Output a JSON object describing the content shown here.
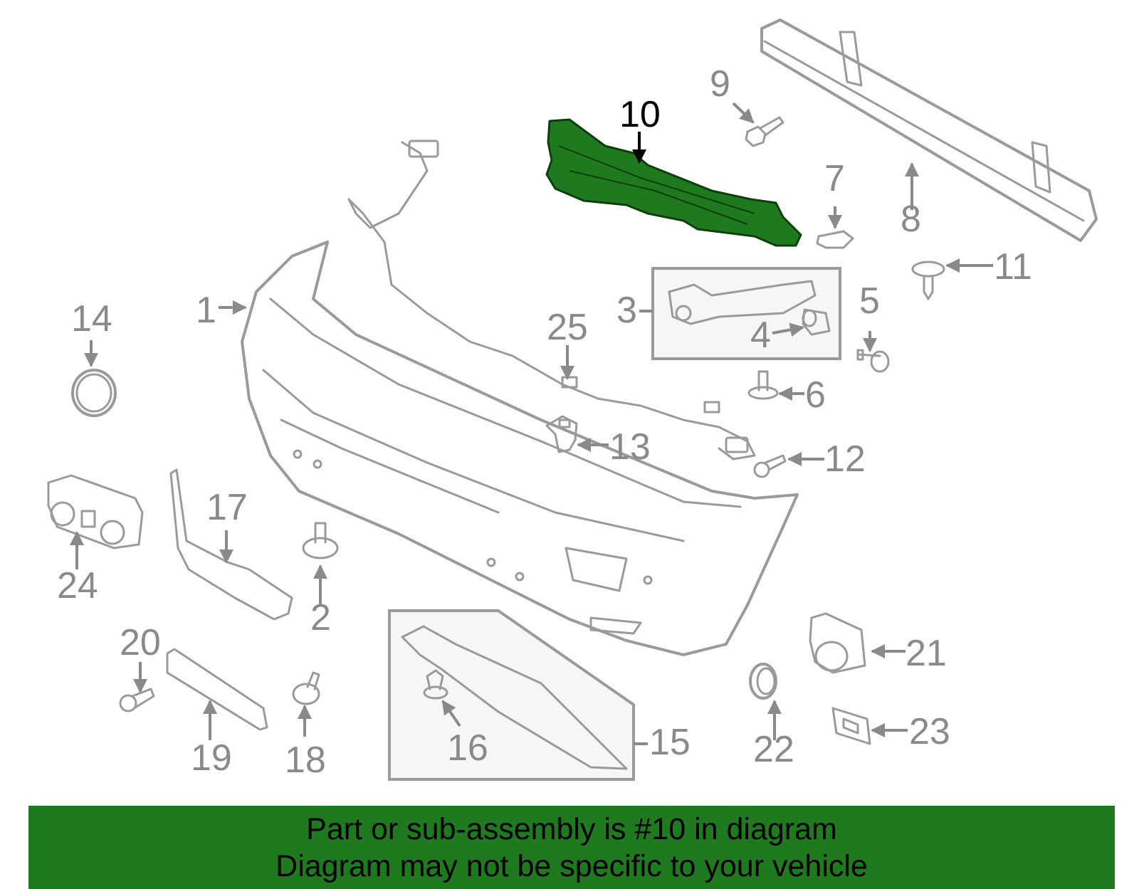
{
  "diagram": {
    "highlighted_part": "10",
    "highlight_color": "#1f7a1f",
    "callouts": {
      "c1": "1",
      "c2": "2",
      "c3": "3",
      "c4": "4",
      "c5": "5",
      "c6": "6",
      "c7": "7",
      "c8": "8",
      "c9": "9",
      "c10": "10",
      "c11": "11",
      "c12": "12",
      "c13": "13",
      "c14": "14",
      "c15": "15",
      "c16": "16",
      "c17": "17",
      "c18": "18",
      "c19": "19",
      "c20": "20",
      "c21": "21",
      "c22": "22",
      "c23": "23",
      "c24": "24",
      "c25": "25"
    }
  },
  "banner": {
    "line1": "Part or sub-assembly is #10 in diagram",
    "line2": "Diagram may not be specific to your vehicle",
    "background": "#1f7a1f"
  }
}
